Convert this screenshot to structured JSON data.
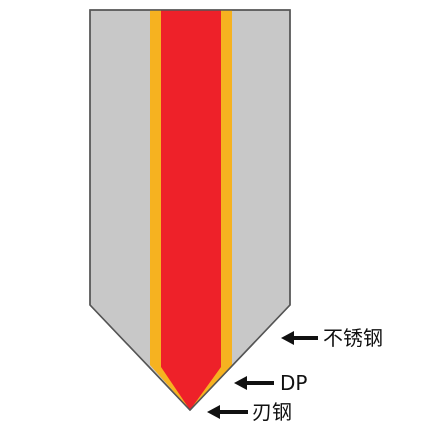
{
  "diagram": {
    "labels": {
      "outer_layer": "不锈钢",
      "middle_layer": "DP",
      "core_layer": "刃钢"
    }
  },
  "colors": {
    "background": "#ffffff",
    "outer_layer_fill": "#c8c8c8",
    "middle_layer_fill": "#f6b220",
    "core_layer_fill": "#ee2129",
    "outline": "#555555",
    "arrow": "#111111"
  },
  "icons": {
    "callout_arrow": "left-arrow-icon"
  }
}
